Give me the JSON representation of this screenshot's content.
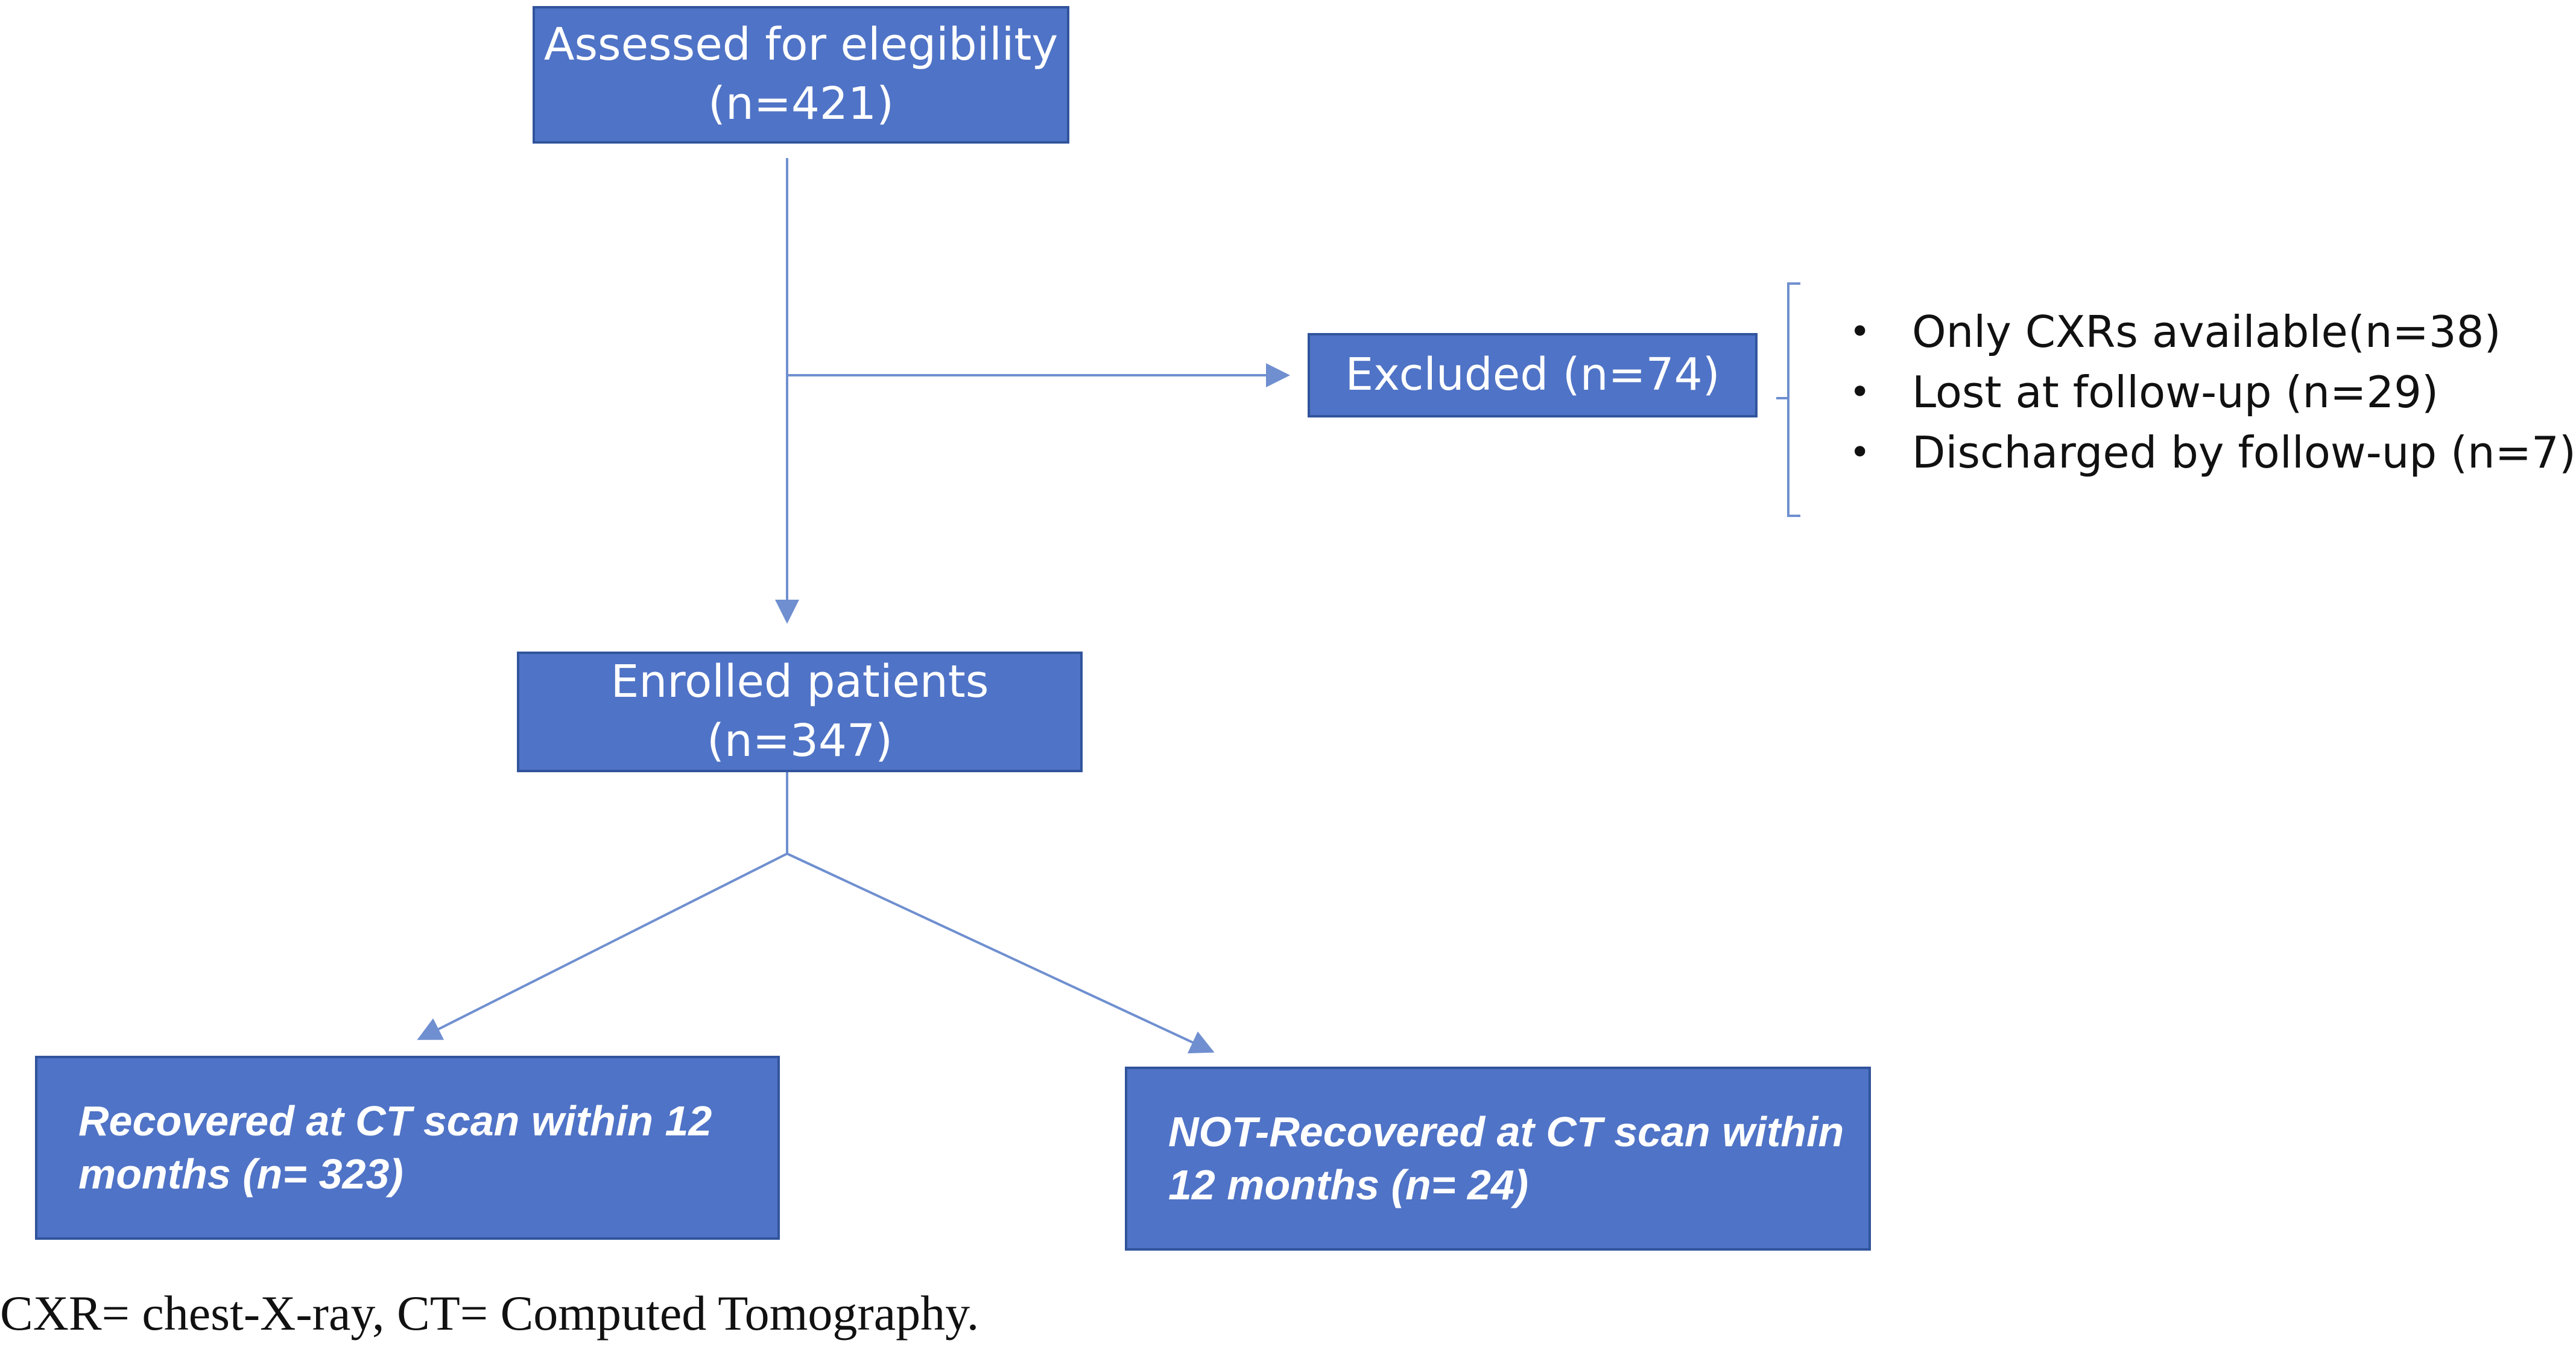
{
  "boxes": {
    "assessed": {
      "line1": "Assessed for elegibility",
      "line2": "(n=421)"
    },
    "excluded": {
      "label": "Excluded (n=74)"
    },
    "enrolled": {
      "label": "Enrolled patients (n=347)"
    },
    "recovered": {
      "line1": "Recovered at CT scan within 12",
      "line2": "months (n= 323)"
    },
    "not_recovered": {
      "line1": "NOT-Recovered at CT scan within",
      "line2": "12 months (n= 24)"
    }
  },
  "exclusion_reasons": [
    "Only CXRs available(n=38)",
    "Lost at follow-up (n=29)",
    "Discharged by follow-up (n=7)"
  ],
  "footnote": "CXR= chest-X-ray, CT= Computed Tomography.",
  "colors": {
    "box_fill": "#4f73c6",
    "box_border": "#31549c",
    "connector": "#6f8fd0"
  }
}
